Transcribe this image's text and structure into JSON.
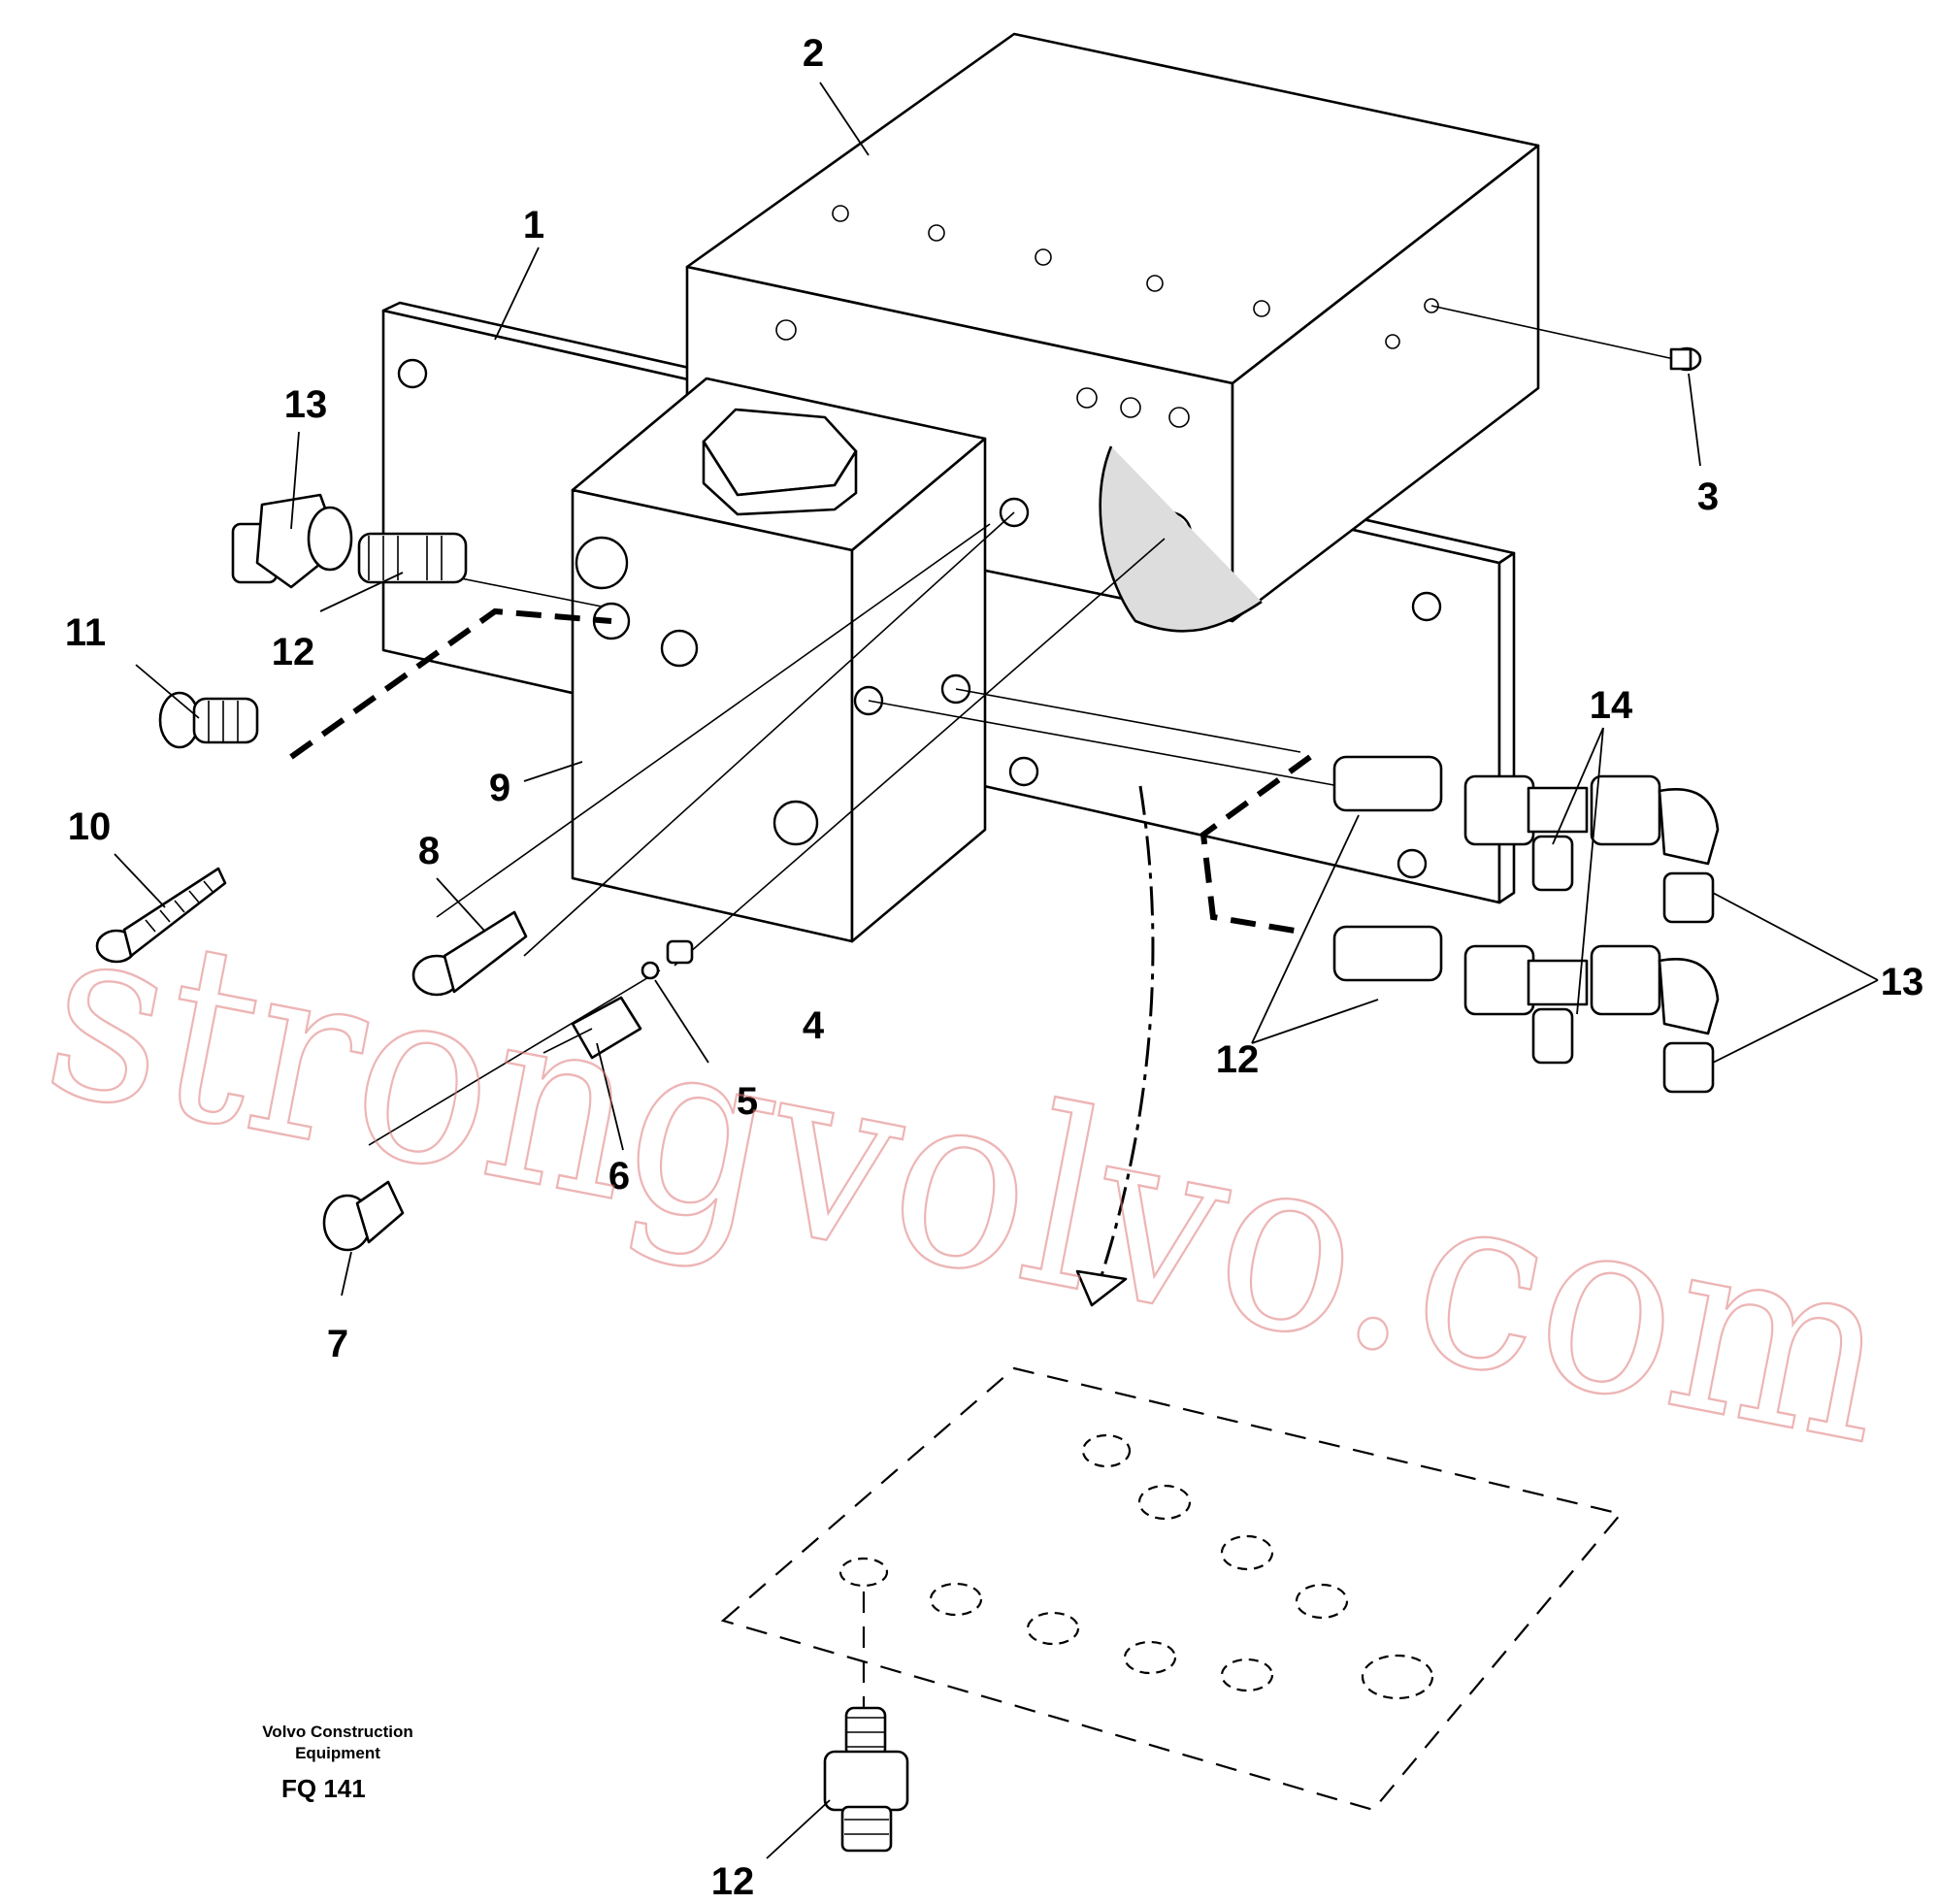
{
  "callouts": {
    "c1": "1",
    "c2": "2",
    "c3": "3",
    "c4": "4",
    "c5": "5",
    "c6": "6",
    "c7": "7",
    "c8": "8",
    "c9": "9",
    "c10": "10",
    "c11": "11",
    "c12": "12",
    "c13": "13",
    "c14": "14"
  },
  "footer": {
    "brand_line1": "Volvo Construction",
    "brand_line2": "Equipment",
    "figure_code": "FQ 141"
  },
  "watermark": {
    "text": "strongvolvo.com"
  },
  "colors": {
    "line": "#000000",
    "background": "#ffffff",
    "watermark": "#e07a7a"
  }
}
